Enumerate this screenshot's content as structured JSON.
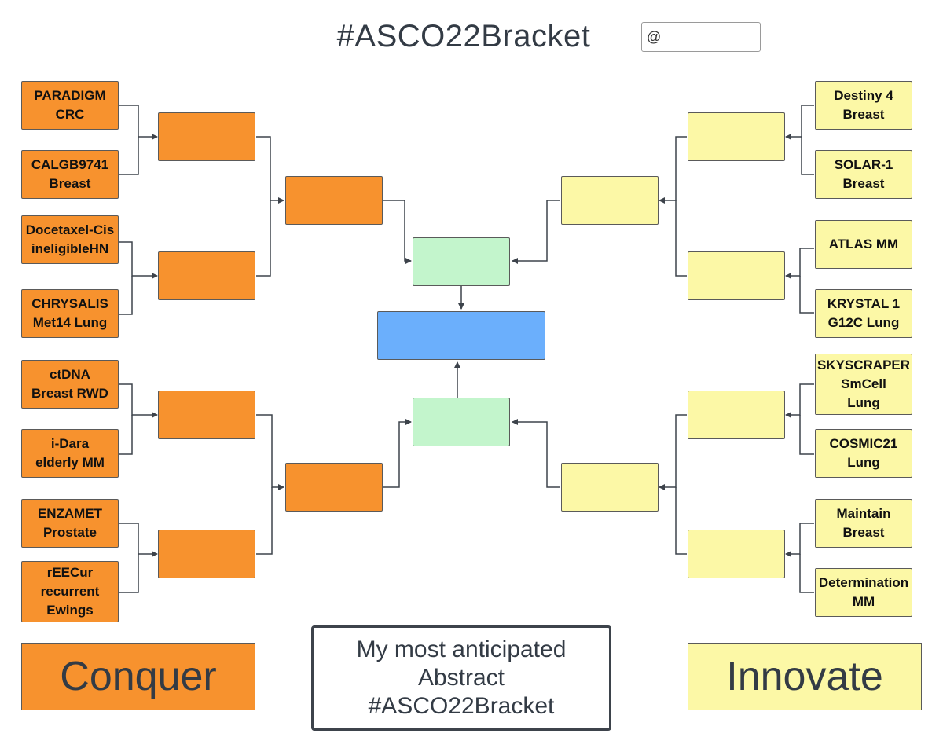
{
  "title": "#ASCO22Bracket",
  "handle_field": {
    "value": "@"
  },
  "left_region": {
    "teams": [
      {
        "label": "PARADIGM\nCRC"
      },
      {
        "label": "CALGB9741\nBreast"
      },
      {
        "label": "Docetaxel-Cis\nineligibleHN"
      },
      {
        "label": "CHRYSALIS\nMet14 Lung"
      },
      {
        "label": "ctDNA\nBreast RWD"
      },
      {
        "label": "i-Dara\nelderly MM"
      },
      {
        "label": "ENZAMET\nProstate"
      },
      {
        "label": "rEECur\nrecurrent\nEwings"
      }
    ],
    "legend": "Conquer"
  },
  "right_region": {
    "teams": [
      {
        "label": "Destiny 4\nBreast"
      },
      {
        "label": "SOLAR-1\nBreast"
      },
      {
        "label": "ATLAS MM"
      },
      {
        "label": "KRYSTAL 1\nG12C Lung"
      },
      {
        "label": "SKYSCRAPER\nSmCell\nLung"
      },
      {
        "label": "COSMIC21\nLung"
      },
      {
        "label": "Maintain\nBreast"
      },
      {
        "label": "Determination\nMM"
      }
    ],
    "legend": "Innovate"
  },
  "anticipated": {
    "line1": "My most anticipated",
    "line2": "Abstract",
    "line3": "#ASCO22Bracket"
  },
  "colors": {
    "conquer": "#f7922e",
    "innovate": "#fcf8a6",
    "semifinal": "#c3f5cc",
    "final": "#6baffc",
    "connector": "#3d434b"
  }
}
